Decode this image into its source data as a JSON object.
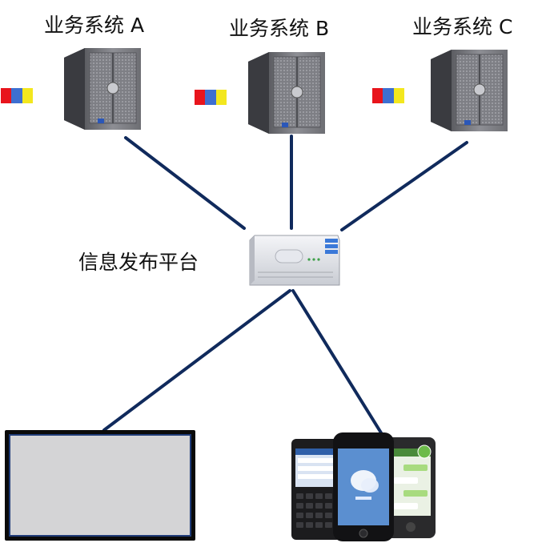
{
  "systems": [
    {
      "label": "业务系统 A"
    },
    {
      "label": "业务系统 B"
    },
    {
      "label": "业务系统 C"
    }
  ],
  "platform": {
    "label": "信息发布平台"
  },
  "colors": {
    "connector": "#102a5c",
    "flag_red": "#e8141c",
    "flag_blue": "#3d6fd1",
    "flag_yellow": "#f3e71e",
    "monitor_frame": "#0a0a0a",
    "monitor_screen": "#d4d4d6"
  },
  "icons": [
    "tower-server-icon",
    "network-appliance-icon",
    "display-screen-icon",
    "mobile-phones-icon",
    "color-flag-icon"
  ]
}
